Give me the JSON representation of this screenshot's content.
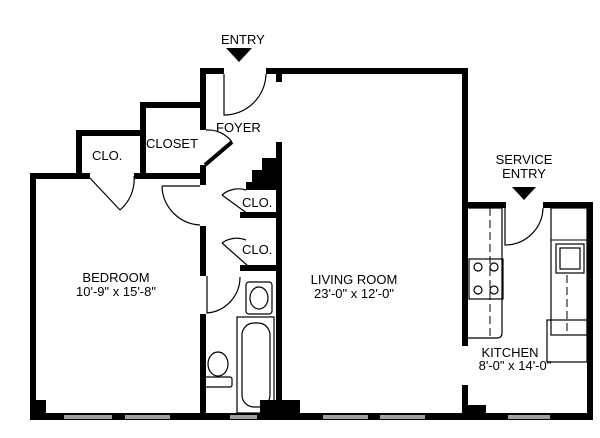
{
  "title": "Floor plan",
  "labels": {
    "entry": "ENTRY",
    "foyer": "FOYER",
    "closet": "CLOSET",
    "clo_1": "CLO.",
    "clo_2": "CLO.",
    "clo_3": "CLO.",
    "bedroom": "BEDROOM",
    "bedroom_dims": "10'-9\" x 15'-8\"",
    "living_room": "LIVING ROOM",
    "living_room_dims": "23'-0\" x 12'-0\"",
    "service_entry_1": "SERVICE",
    "service_entry_2": "ENTRY",
    "kitchen": "KITCHEN",
    "kitchen_dims": "8'-0\" x 14'-0\""
  }
}
